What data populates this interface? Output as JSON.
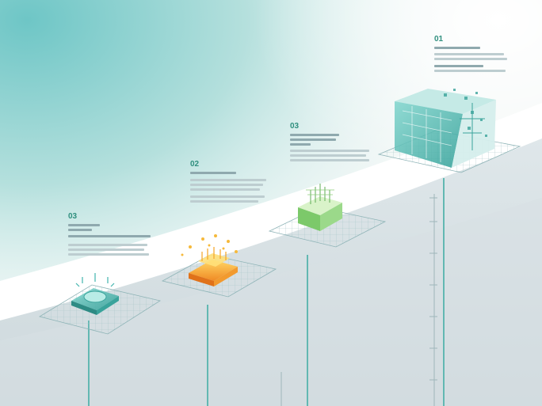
{
  "colors": {
    "teal": "#41b3ad",
    "green": "#7cc96a",
    "orange": "#f2a12a",
    "grid": "#a9c7c9",
    "pole": "#62b8b2"
  },
  "steps": [
    {
      "num": "03",
      "title": ""
    },
    {
      "num": "02",
      "title": ""
    },
    {
      "num": "03",
      "title": ""
    },
    {
      "num": "01",
      "title": ""
    }
  ],
  "icons": [
    "water-drop-device-icon",
    "sprouting-chip-icon",
    "plant-cube-icon",
    "server-cube-icon"
  ]
}
